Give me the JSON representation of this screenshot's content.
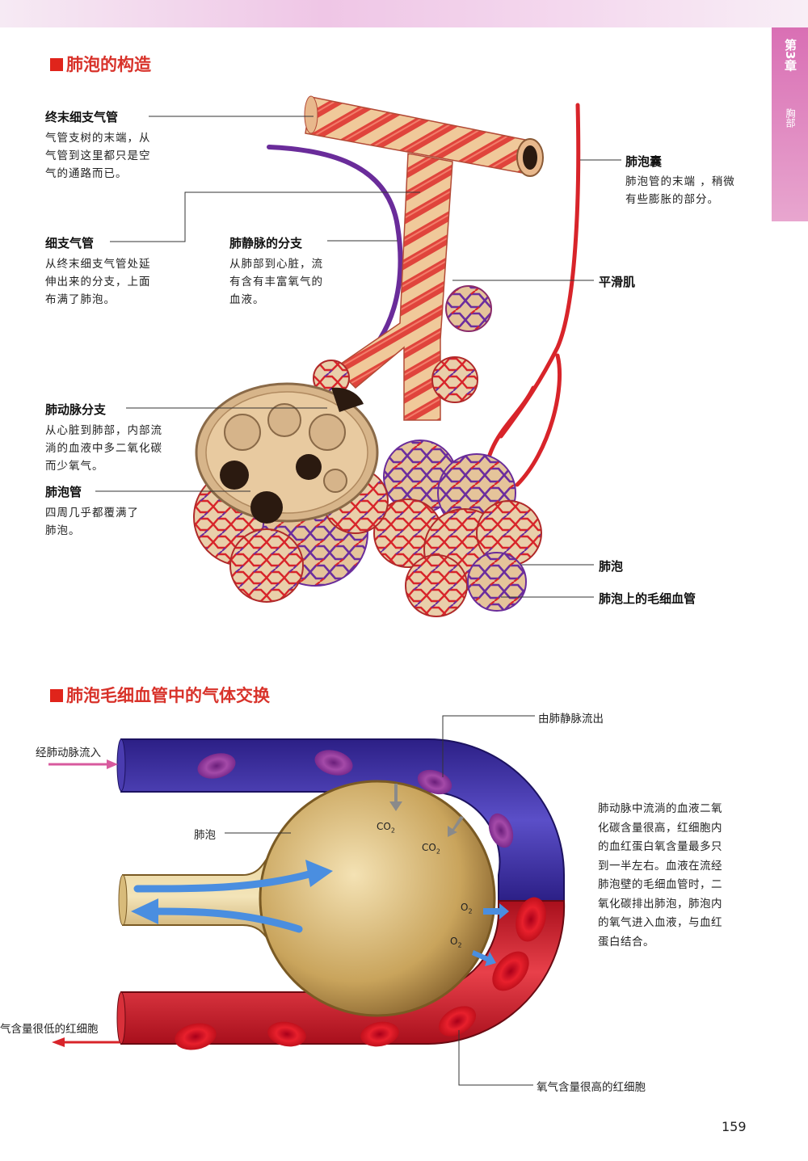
{
  "header": {
    "chapter": "第3章",
    "part": "胸部"
  },
  "section1": {
    "title": "肺泡的构造",
    "labels": {
      "terminal_bronchiole": {
        "title": "终末细支气管",
        "desc": [
          "气管支树的末端，从",
          "气管到这里都只是空",
          "气的通路而已。"
        ]
      },
      "bronchiole": {
        "title": "细支气管",
        "desc": [
          "从终末细支气管处延",
          "伸出来的分支，上面",
          "布满了肺泡。"
        ]
      },
      "pulmonary_vein_branch": {
        "title": "肺静脉的分支",
        "desc": [
          "从肺部到心脏，流",
          "有含有丰富氧气的",
          "血液。"
        ]
      },
      "pulmonary_artery_branch": {
        "title": "肺动脉分支",
        "desc": [
          "从心脏到肺部，内部流",
          "淌的血液中多二氧化碳",
          "而少氧气。"
        ]
      },
      "alveolar_duct": {
        "title": "肺泡管",
        "desc": [
          "四周几乎都覆满了",
          "肺泡。"
        ]
      },
      "alveolar_sac": {
        "title": "肺泡囊",
        "desc": [
          "肺泡管的末端 ，稍微",
          "有些膨胀的部分。"
        ]
      },
      "smooth_muscle": {
        "title": "平滑肌"
      },
      "alveolus": {
        "title": "肺泡"
      },
      "alveolar_capillary": {
        "title": "肺泡上的毛细血管"
      }
    }
  },
  "section2": {
    "title": "肺泡毛细血管中的气体交换",
    "labels": {
      "artery_in": "经肺动脉流入",
      "vein_out": "由肺静脉流出",
      "alveolus": "肺泡",
      "low_o2_rbc": "气含量很低的红细胞",
      "high_o2_rbc": "氧气含量很高的红细胞",
      "co2": "CO",
      "o2": "O",
      "subscript_2": "2"
    },
    "paragraph": [
      "肺动脉中流淌的血液二氧",
      "化碳含量很高，红细胞内",
      "的血红蛋白氧含量最多只",
      "到一半左右。血液在流经",
      "肺泡壁的毛细血管时，二",
      "氧化碳排出肺泡，肺泡内",
      "的氧气进入血液，与血红",
      "蛋白结合。"
    ]
  },
  "page_number": "159",
  "colors": {
    "accent_red": "#e0241b",
    "title_red": "#d8322a",
    "tab_pink": "#d96fb4",
    "vessel_blue": "#3f2f9e",
    "vessel_red": "#c8182a",
    "alveolus_gold": "#c9a45c"
  }
}
